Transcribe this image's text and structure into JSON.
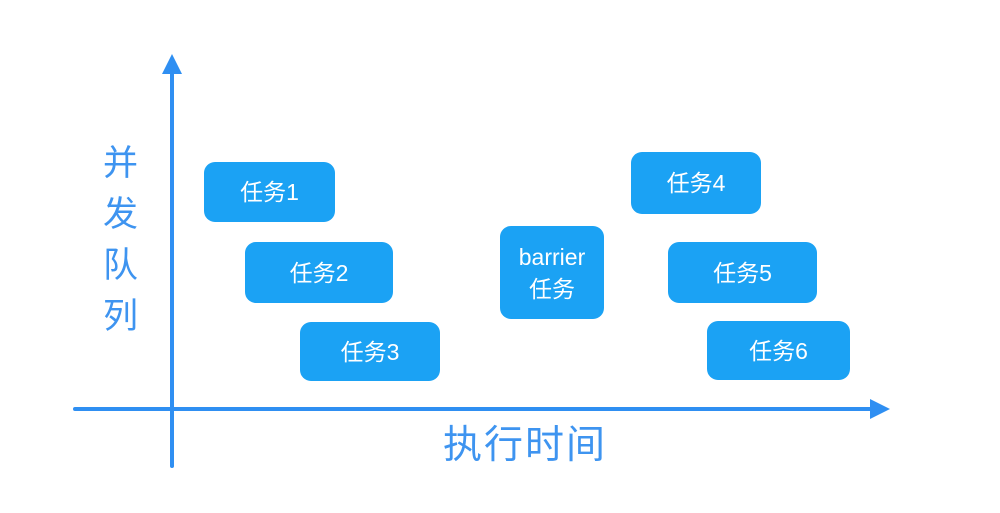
{
  "diagram": {
    "y_axis_label": "并发队列",
    "x_axis_label": "执行时间"
  },
  "tasks": [
    {
      "label": "任务1"
    },
    {
      "label": "任务2"
    },
    {
      "label": "任务3"
    },
    {
      "label": "barrier\n任务",
      "type": "barrier"
    },
    {
      "label": "任务4"
    },
    {
      "label": "任务5"
    },
    {
      "label": "任务6"
    }
  ],
  "colors": {
    "background": "#ffffff",
    "axis_stroke": "#2f8ff2",
    "axis_label": "#3e94f0",
    "block_fill": "#1ba2f4",
    "block_text": "#ffffff"
  }
}
